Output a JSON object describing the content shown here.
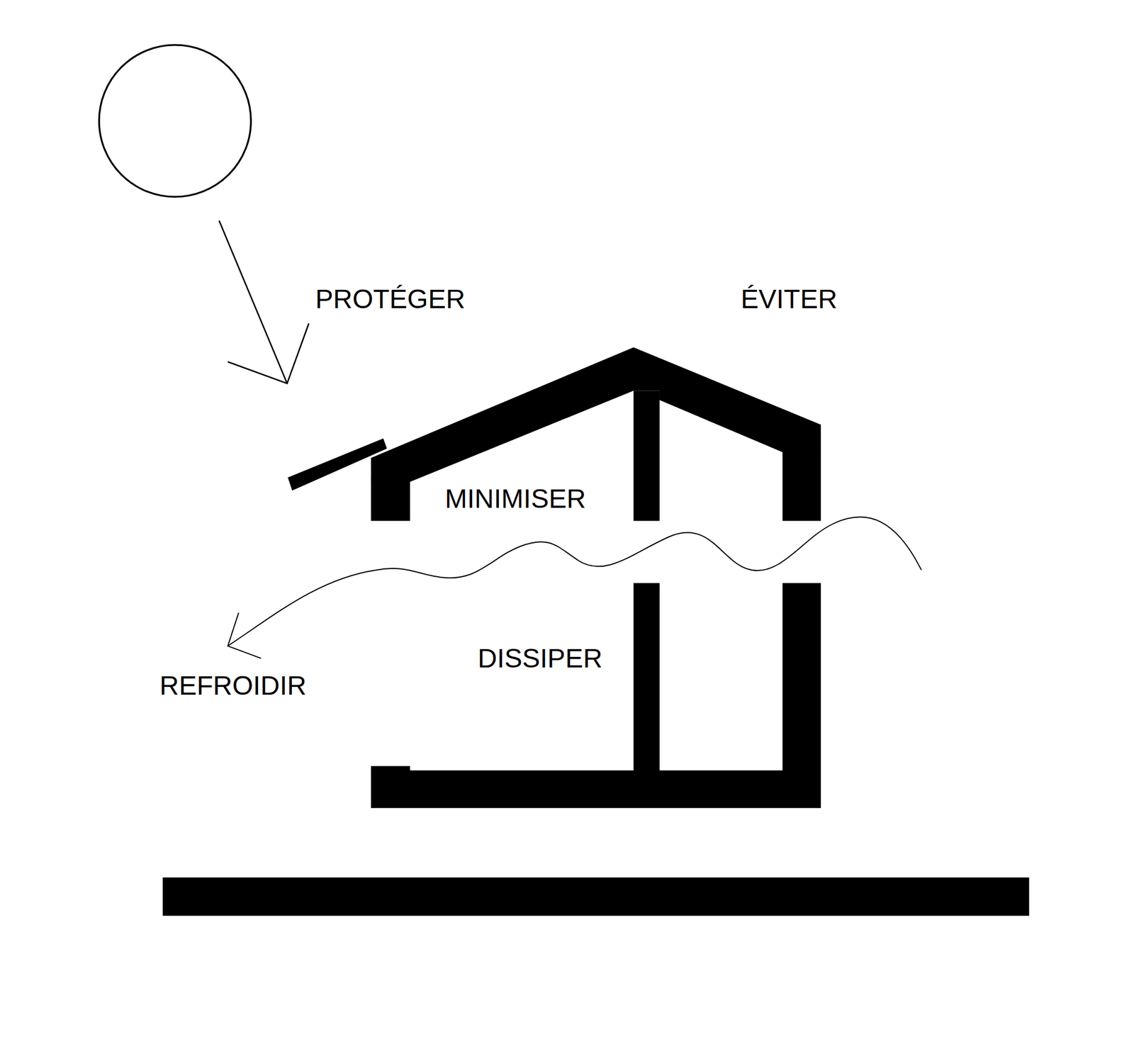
{
  "diagram": {
    "labels": [
      "PROTÉGER",
      "ÉVITER",
      "MINIMISER",
      "DISSIPER",
      "REFROIDIR"
    ]
  }
}
